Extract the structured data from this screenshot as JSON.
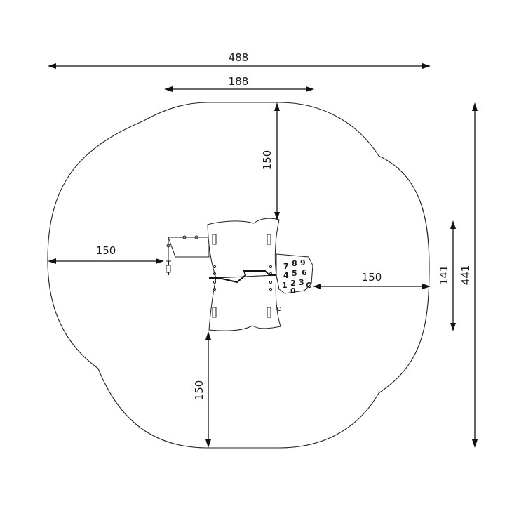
{
  "dimensions": {
    "overall_width": "488",
    "top_width": "188",
    "top_clearance": "150",
    "left_clearance": "150",
    "right_clearance": "150",
    "bottom_clearance": "150",
    "equipment_depth": "141",
    "overall_depth": "441"
  },
  "panel_digits": [
    "7",
    "8",
    "9",
    "4",
    "5",
    "6",
    "1",
    "2",
    "3",
    "0",
    "C"
  ]
}
